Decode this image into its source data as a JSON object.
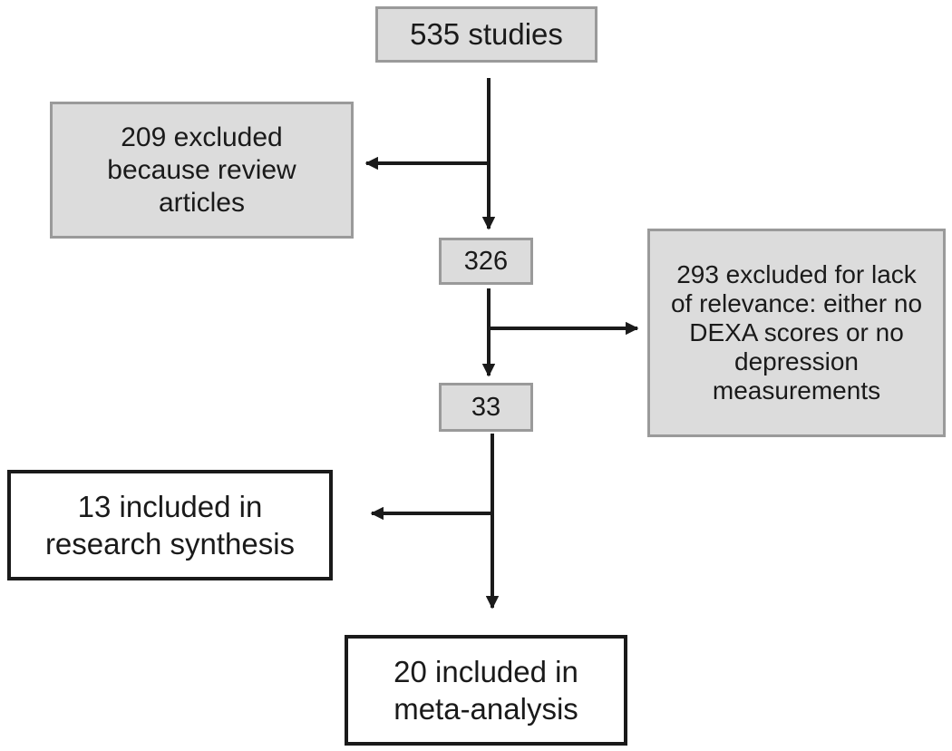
{
  "flow": {
    "start": "535 studies",
    "excluded_1": [
      "209 excluded",
      "because review",
      "articles"
    ],
    "remaining_1": "326",
    "excluded_2": [
      "293 excluded for lack",
      "of relevance: either no",
      "DEXA scores or no",
      "depression",
      "measurements"
    ],
    "remaining_2": "33",
    "included_synthesis": [
      "13 included in",
      "research synthesis"
    ],
    "included_meta": [
      "20 included in",
      "meta-analysis"
    ]
  },
  "colors": {
    "gray_fill": "#dcdcdc",
    "gray_border": "#9a9a9a",
    "ink": "#1a1a1a"
  }
}
